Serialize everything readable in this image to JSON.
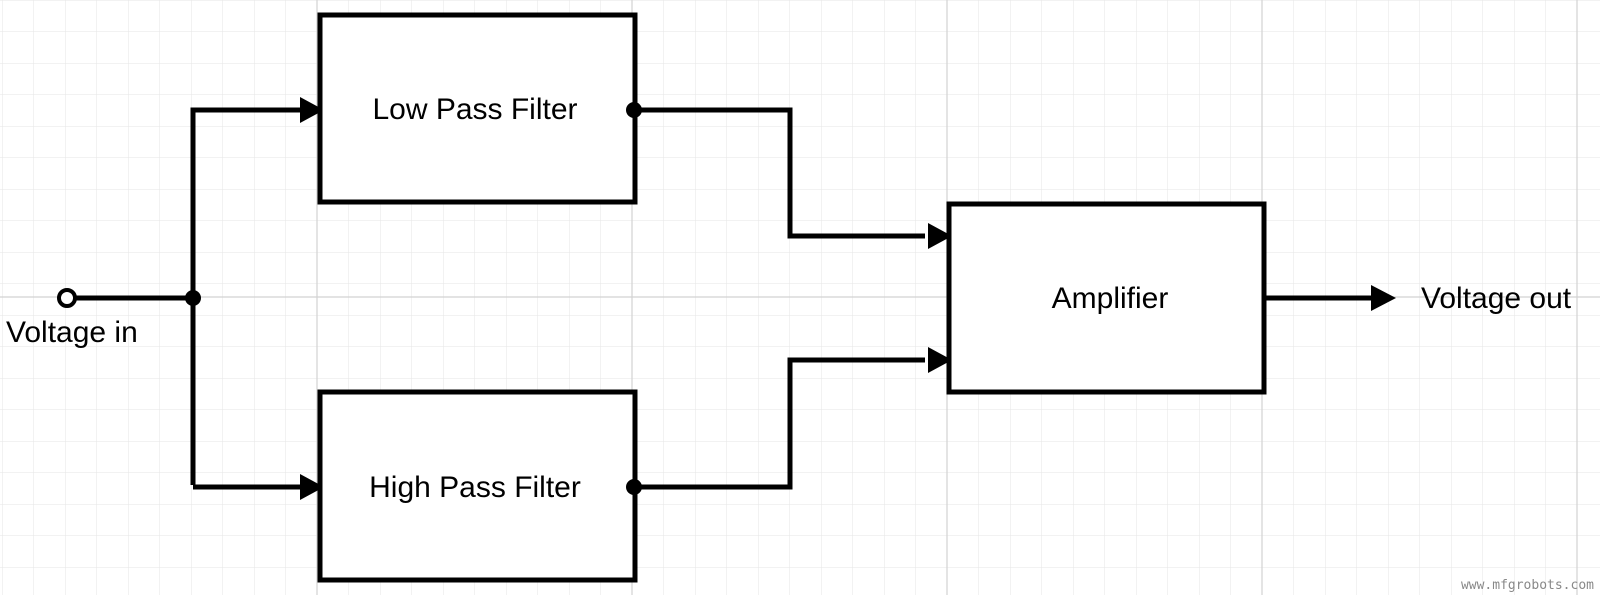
{
  "diagram": {
    "input_label": "Voltage in",
    "output_label": "Voltage out",
    "blocks": {
      "low_pass": "Low Pass Filter",
      "high_pass": "High Pass Filter",
      "amplifier": "Amplifier"
    },
    "watermark": "www.mfgrobots.com"
  },
  "colors": {
    "grid": "#e2e2e2",
    "line": "#000000",
    "background": "#ffffff",
    "watermark": "#888888"
  }
}
